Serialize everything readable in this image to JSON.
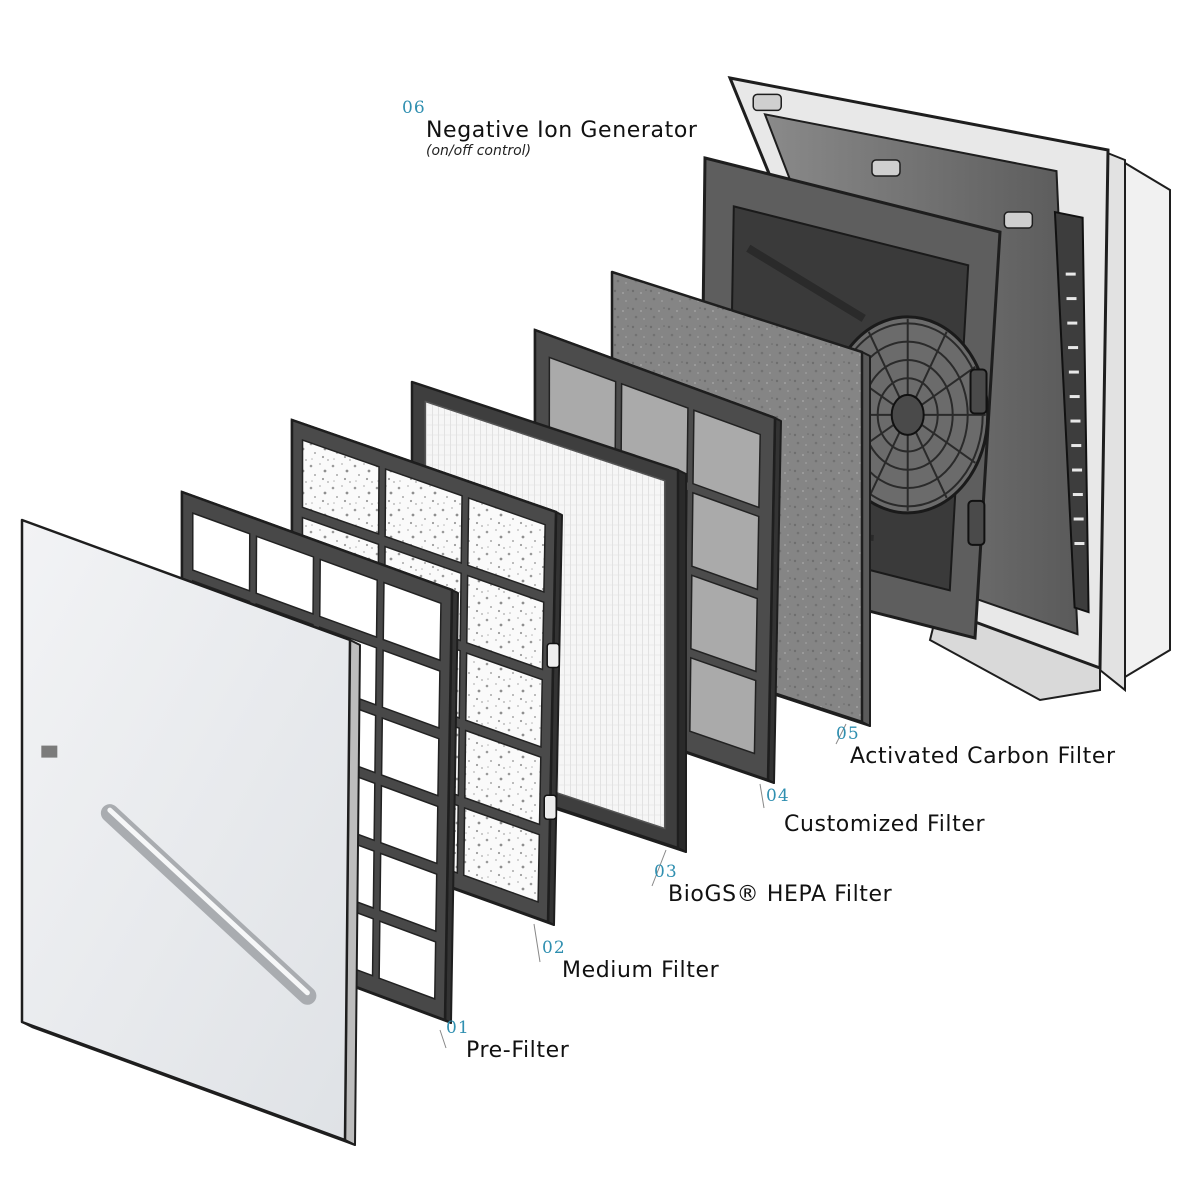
{
  "diagram": {
    "layers": [
      {
        "number": "01",
        "name": "Pre-Filter"
      },
      {
        "number": "02",
        "name": "Medium Filter"
      },
      {
        "number": "03",
        "name": "BioGS® HEPA Filter"
      },
      {
        "number": "04",
        "name": "Customized Filter"
      },
      {
        "number": "05",
        "name": "Activated Carbon Filter"
      },
      {
        "number": "06",
        "name": "Negative Ion Generator",
        "note": "(on/off control)"
      }
    ]
  },
  "colors": {
    "frame": "#4a4a4a",
    "frame_dark": "#2b2b2b",
    "carbon": "#8d8d8d",
    "hepa": "#f4f4f4",
    "cover": "#e9ecef",
    "number_accent": "#2f8fb0"
  }
}
